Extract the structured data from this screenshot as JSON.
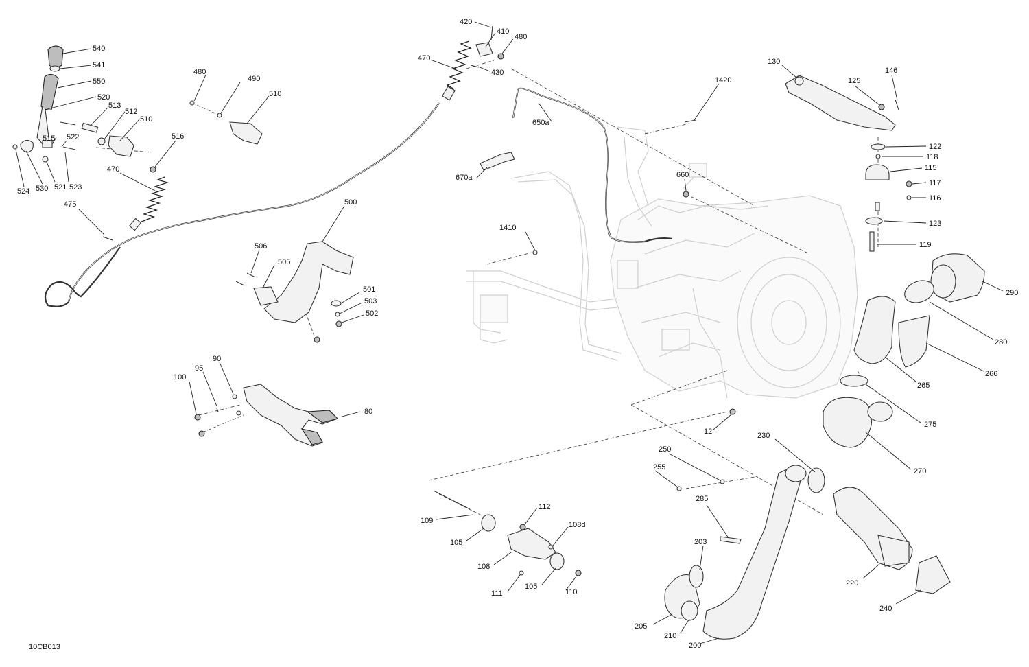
{
  "drawing_code": "10CB013",
  "callouts": [
    {
      "id": "c540",
      "text": "540"
    },
    {
      "id": "c541",
      "text": "541"
    },
    {
      "id": "c550",
      "text": "550"
    },
    {
      "id": "c520",
      "text": "520"
    },
    {
      "id": "c513",
      "text": "513"
    },
    {
      "id": "c512",
      "text": "512"
    },
    {
      "id": "c510a",
      "text": "510"
    },
    {
      "id": "c515",
      "text": "515"
    },
    {
      "id": "c522",
      "text": "522"
    },
    {
      "id": "c516",
      "text": "516"
    },
    {
      "id": "c524",
      "text": "524"
    },
    {
      "id": "c530",
      "text": "530"
    },
    {
      "id": "c521",
      "text": "521"
    },
    {
      "id": "c523",
      "text": "523"
    },
    {
      "id": "c470a",
      "text": "470"
    },
    {
      "id": "c475",
      "text": "475"
    },
    {
      "id": "c480a",
      "text": "480"
    },
    {
      "id": "c490",
      "text": "490"
    },
    {
      "id": "c510b",
      "text": "510"
    },
    {
      "id": "c420",
      "text": "420"
    },
    {
      "id": "c410",
      "text": "410"
    },
    {
      "id": "c480b",
      "text": "480"
    },
    {
      "id": "c470b",
      "text": "470"
    },
    {
      "id": "c430",
      "text": "430"
    },
    {
      "id": "c1420",
      "text": "1420"
    },
    {
      "id": "c650a",
      "text": "650a"
    },
    {
      "id": "c670a",
      "text": "670a"
    },
    {
      "id": "c660",
      "text": "660"
    },
    {
      "id": "c1410",
      "text": "1410"
    },
    {
      "id": "c500",
      "text": "500"
    },
    {
      "id": "c506",
      "text": "506"
    },
    {
      "id": "c505",
      "text": "505"
    },
    {
      "id": "c501",
      "text": "501"
    },
    {
      "id": "c503",
      "text": "503"
    },
    {
      "id": "c502",
      "text": "502"
    },
    {
      "id": "c100",
      "text": "100"
    },
    {
      "id": "c95",
      "text": "95"
    },
    {
      "id": "c90",
      "text": "90"
    },
    {
      "id": "c80",
      "text": "80"
    },
    {
      "id": "c130",
      "text": "130"
    },
    {
      "id": "c146",
      "text": "146"
    },
    {
      "id": "c125",
      "text": "125"
    },
    {
      "id": "c122",
      "text": "122"
    },
    {
      "id": "c118",
      "text": "118"
    },
    {
      "id": "c115",
      "text": "115"
    },
    {
      "id": "c117",
      "text": "117"
    },
    {
      "id": "c116",
      "text": "116"
    },
    {
      "id": "c123",
      "text": "123"
    },
    {
      "id": "c119",
      "text": "119"
    },
    {
      "id": "c290",
      "text": "290"
    },
    {
      "id": "c280",
      "text": "280"
    },
    {
      "id": "c266",
      "text": "266"
    },
    {
      "id": "c265",
      "text": "265"
    },
    {
      "id": "c275",
      "text": "275"
    },
    {
      "id": "c270",
      "text": "270"
    },
    {
      "id": "c12",
      "text": "12"
    },
    {
      "id": "c230",
      "text": "230"
    },
    {
      "id": "c250",
      "text": "250"
    },
    {
      "id": "c255",
      "text": "255"
    },
    {
      "id": "c285",
      "text": "285"
    },
    {
      "id": "c203",
      "text": "203"
    },
    {
      "id": "c205",
      "text": "205"
    },
    {
      "id": "c210",
      "text": "210"
    },
    {
      "id": "c200",
      "text": "200"
    },
    {
      "id": "c220",
      "text": "220"
    },
    {
      "id": "c240",
      "text": "240"
    },
    {
      "id": "c109",
      "text": "109"
    },
    {
      "id": "c112",
      "text": "112"
    },
    {
      "id": "c108d",
      "text": "108d"
    },
    {
      "id": "c105a",
      "text": "105"
    },
    {
      "id": "c108",
      "text": "108"
    },
    {
      "id": "c111",
      "text": "111"
    },
    {
      "id": "c105b",
      "text": "105"
    },
    {
      "id": "c110",
      "text": "110"
    }
  ]
}
